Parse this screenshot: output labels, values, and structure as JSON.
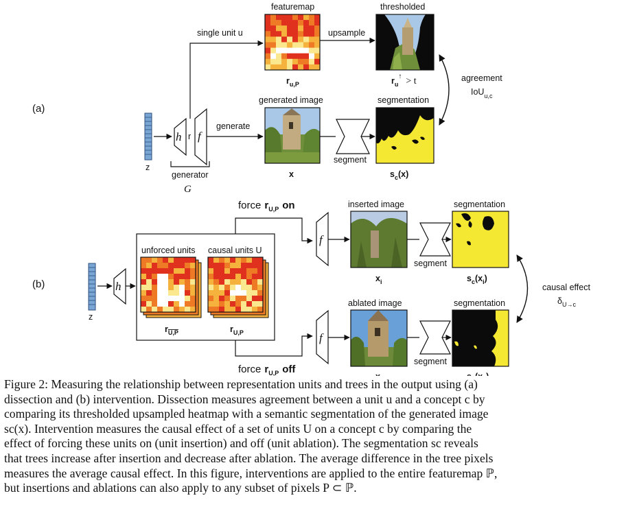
{
  "panel_a": {
    "tag": "(a)",
    "featuremap_label": "featuremap",
    "thresholded_label": "thresholded",
    "single_unit": "single unit u",
    "upsample": "upsample",
    "agreement": "agreement",
    "iou_main": "IoU",
    "iou_sub": "u,c",
    "r_label": "r",
    "r_sub": "u,P",
    "thr_sub": "u",
    "thr_rest": "> t",
    "generated_image_label": "generated image",
    "segmentation_label": "segmentation",
    "generate": "generate",
    "segment": "segment",
    "x_label": "x",
    "s_main": "s",
    "s_sub": "c",
    "s_arg": "(x)",
    "z_label": "z",
    "h": "h",
    "r": "r",
    "f": "f",
    "generator_label": "generator",
    "generator_G": "G"
  },
  "panel_b": {
    "tag": "(b)",
    "force_on": "force",
    "force_on_sub": "U,P",
    "on": "on",
    "force_off": "force",
    "force_off_sub": "U,P",
    "off": "off",
    "inserted_image_label": "inserted image",
    "ablated_image_label": "ablated image",
    "segmentation_label_1": "segmentation",
    "segmentation_label_2": "segmentation",
    "segment_1": "segment",
    "segment_2": "segment",
    "unforced_units": "unforced units",
    "causal_units": "causal units U",
    "r_sub_unforced": "U,P",
    "r_sub_causal": "U,P",
    "xi_main": "x",
    "xi_sub": "i",
    "xa_main": "x",
    "xa_sub": "a",
    "sci_main": "s",
    "sci_sub": "c",
    "sci_open": "(x",
    "sci_inner": "i",
    "sci_close": ")",
    "sca_main": "s",
    "sca_sub": "c",
    "sca_open": "(x",
    "sca_inner": "a",
    "sca_close": ")",
    "causal_effect": "causal effect",
    "delta": "δ",
    "delta_sub": "U→c",
    "z_label": "z",
    "h": "h",
    "f1": "f",
    "f2": "f"
  },
  "caption": {
    "line1": "Figure 2: Measuring the relationship between representation units and trees in the output using (a)",
    "line2": "dissection and (b) intervention. Dissection measures agreement between a unit u and a concept c by",
    "line3": "comparing its thresholded upsampled heatmap with a semantic segmentation of the generated image",
    "line4": "sc(x). Intervention measures the causal effect of a set of units U on a concept c by comparing the",
    "line5": "effect of forcing these units on (unit insertion) and off (unit ablation). The segmentation sc reveals",
    "line6": "that trees increase after insertion and decrease after ablation. The average difference in the tree pixels",
    "line7": "measures the average causal effect. In this figure, interventions are applied to the entire featuremap ℙ,",
    "line8": "but insertions and ablations can also apply to any subset of pixels P ⊂ ℙ."
  },
  "colors": {
    "heat_light": "#fbe88e",
    "heat_mid": "#f5b23c",
    "heat_orange": "#ef7a26",
    "heat_red": "#e0301e",
    "heat_white": "#ffffff",
    "seg_yellow": "#f4e832",
    "seg_black": "#0b0b0b",
    "z_blue": "#7aa6d6",
    "sky": "#a9c7e6",
    "foliage": "#6f8f3a"
  }
}
